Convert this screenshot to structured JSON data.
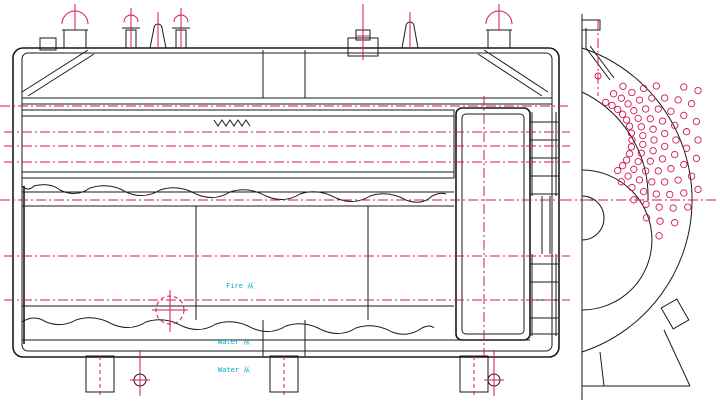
{
  "labels": {
    "fire": "Fire 从",
    "water1": "Water 从",
    "water2": "Water 从"
  },
  "colors": {
    "line": "#1a1a1a",
    "centerline": "#d4145a",
    "label": "#00a8c8"
  }
}
